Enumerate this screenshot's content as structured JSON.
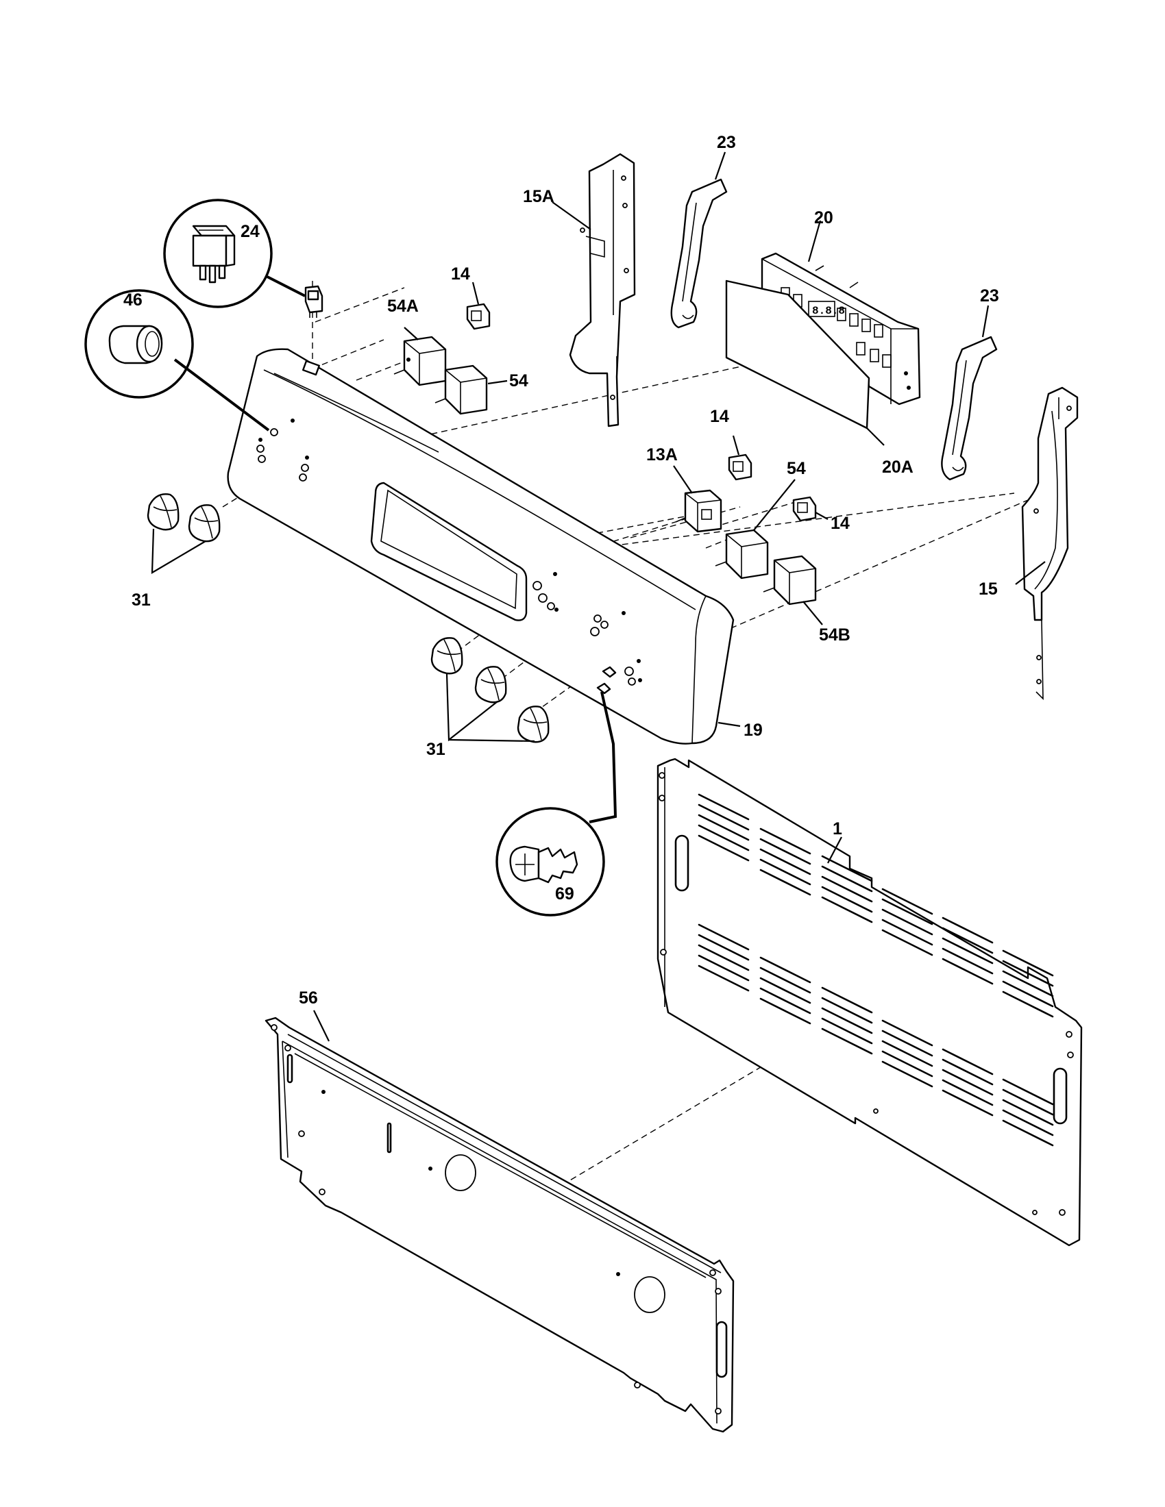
{
  "diagram": {
    "labels": {
      "p1": "1",
      "p13a": "13A",
      "p14a": "14",
      "p14b": "14",
      "p14c": "14",
      "p15": "15",
      "p15a": "15A",
      "p19": "19",
      "p20": "20",
      "p20a": "20A",
      "p23a": "23",
      "p23b": "23",
      "p24": "24",
      "p31a": "31",
      "p31b": "31",
      "p46": "46",
      "p54a": "54A",
      "p54": "54",
      "p54c": "54",
      "p54b": "54B",
      "p56": "56",
      "p69": "69"
    }
  }
}
